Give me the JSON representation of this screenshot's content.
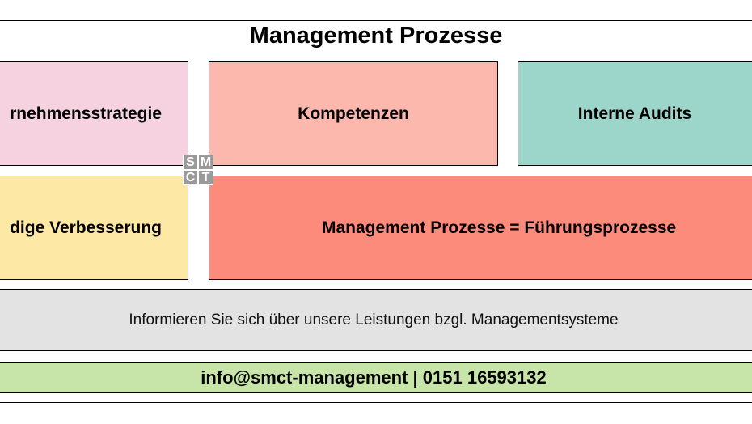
{
  "header": {
    "title": "Management Prozesse"
  },
  "boxes": [
    {
      "id": "strategy",
      "label": "rnehmensstrategie",
      "color": "#f6d1df"
    },
    {
      "id": "kompetenzen",
      "label": "Kompetenzen",
      "color": "#fdb8ad"
    },
    {
      "id": "audits",
      "label": "Interne Audits",
      "color": "#9cd6ca"
    },
    {
      "id": "verbesserung",
      "label": "dige Verbesserung",
      "color": "#fde8a6"
    },
    {
      "id": "fuehrung",
      "label": "Management Prozesse = Führungsprozesse",
      "color": "#fd8b7c"
    }
  ],
  "logo": {
    "letters": [
      "S",
      "M",
      "C",
      "T"
    ]
  },
  "info": {
    "text": "Informieren Sie sich über unsere Leistungen bzgl. Managementsysteme",
    "color": "#e3e3e3"
  },
  "contact": {
    "text": "info@smct-management | 0151 16593132",
    "color": "#c7e4a9"
  }
}
